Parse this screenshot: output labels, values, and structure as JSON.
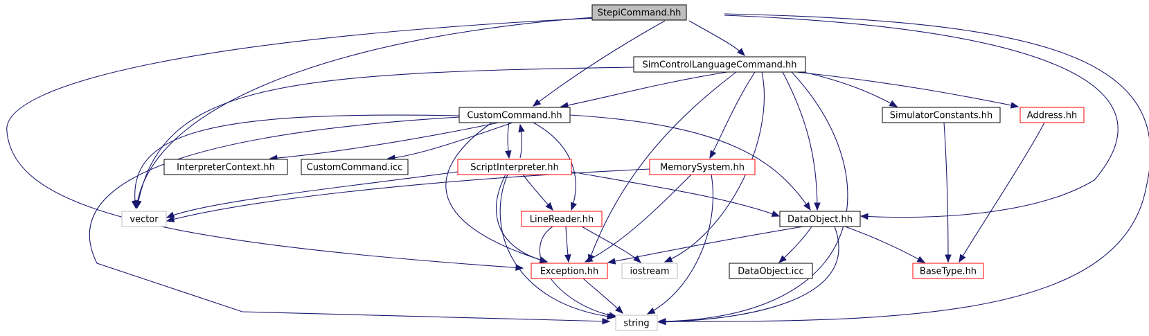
{
  "diagram": {
    "type": "include-dependency-graph",
    "colors": {
      "edge": "#191970",
      "root_fill": "#bfbfbf",
      "documented_border": "#000000",
      "incomplete_border": "#ff0000",
      "external_border": "#bfbfbf",
      "node_fill": "#ffffff"
    },
    "nodes": [
      {
        "id": "stepi",
        "label": "StepiCommand.hh",
        "kind": "root"
      },
      {
        "id": "simcontrol",
        "label": "SimControlLanguageCommand.hh",
        "kind": "documented"
      },
      {
        "id": "customcmd",
        "label": "CustomCommand.hh",
        "kind": "documented"
      },
      {
        "id": "simconst",
        "label": "SimulatorConstants.hh",
        "kind": "documented"
      },
      {
        "id": "address",
        "label": "Address.hh",
        "kind": "incomplete"
      },
      {
        "id": "interpctx",
        "label": "InterpreterContext.hh",
        "kind": "documented"
      },
      {
        "id": "customicc",
        "label": "CustomCommand.icc",
        "kind": "documented"
      },
      {
        "id": "scriptinterp",
        "label": "ScriptInterpreter.hh",
        "kind": "incomplete"
      },
      {
        "id": "memsys",
        "label": "MemorySystem.hh",
        "kind": "incomplete"
      },
      {
        "id": "vector",
        "label": "vector",
        "kind": "external"
      },
      {
        "id": "linereader",
        "label": "LineReader.hh",
        "kind": "incomplete"
      },
      {
        "id": "dataobject",
        "label": "DataObject.hh",
        "kind": "documented"
      },
      {
        "id": "exception",
        "label": "Exception.hh",
        "kind": "incomplete"
      },
      {
        "id": "iostream",
        "label": "iostream",
        "kind": "external"
      },
      {
        "id": "dataobjicc",
        "label": "DataObject.icc",
        "kind": "documented"
      },
      {
        "id": "basetype",
        "label": "BaseType.hh",
        "kind": "incomplete"
      },
      {
        "id": "string",
        "label": "string",
        "kind": "external"
      }
    ],
    "edges": [
      {
        "from": "stepi",
        "to": "simcontrol"
      },
      {
        "from": "stepi",
        "to": "customcmd"
      },
      {
        "from": "stepi",
        "to": "vector"
      },
      {
        "from": "stepi",
        "to": "exception"
      },
      {
        "from": "stepi",
        "to": "dataobject"
      },
      {
        "from": "stepi",
        "to": "string"
      },
      {
        "from": "simcontrol",
        "to": "customcmd"
      },
      {
        "from": "simcontrol",
        "to": "vector"
      },
      {
        "from": "simcontrol",
        "to": "simconst"
      },
      {
        "from": "simcontrol",
        "to": "address"
      },
      {
        "from": "simcontrol",
        "to": "memsys"
      },
      {
        "from": "simcontrol",
        "to": "exception"
      },
      {
        "from": "simcontrol",
        "to": "iostream"
      },
      {
        "from": "simcontrol",
        "to": "dataobject"
      },
      {
        "from": "simcontrol",
        "to": "string"
      },
      {
        "from": "customcmd",
        "to": "vector"
      },
      {
        "from": "customcmd",
        "to": "interpctx"
      },
      {
        "from": "customcmd",
        "to": "customicc"
      },
      {
        "from": "customcmd",
        "to": "scriptinterp"
      },
      {
        "from": "customcmd",
        "to": "linereader"
      },
      {
        "from": "customcmd",
        "to": "exception"
      },
      {
        "from": "customcmd",
        "to": "dataobject"
      },
      {
        "from": "customcmd",
        "to": "string"
      },
      {
        "from": "scriptinterp",
        "to": "customcmd"
      },
      {
        "from": "scriptinterp",
        "to": "vector"
      },
      {
        "from": "scriptinterp",
        "to": "linereader"
      },
      {
        "from": "scriptinterp",
        "to": "exception"
      },
      {
        "from": "scriptinterp",
        "to": "dataobject"
      },
      {
        "from": "scriptinterp",
        "to": "string"
      },
      {
        "from": "memsys",
        "to": "vector"
      },
      {
        "from": "memsys",
        "to": "exception"
      },
      {
        "from": "memsys",
        "to": "string"
      },
      {
        "from": "linereader",
        "to": "exception"
      },
      {
        "from": "linereader",
        "to": "iostream"
      },
      {
        "from": "linereader",
        "to": "string"
      },
      {
        "from": "dataobject",
        "to": "exception"
      },
      {
        "from": "dataobject",
        "to": "dataobjicc"
      },
      {
        "from": "dataobject",
        "to": "basetype"
      },
      {
        "from": "dataobject",
        "to": "string"
      },
      {
        "from": "simconst",
        "to": "basetype"
      },
      {
        "from": "address",
        "to": "basetype"
      },
      {
        "from": "exception",
        "to": "string"
      }
    ]
  }
}
